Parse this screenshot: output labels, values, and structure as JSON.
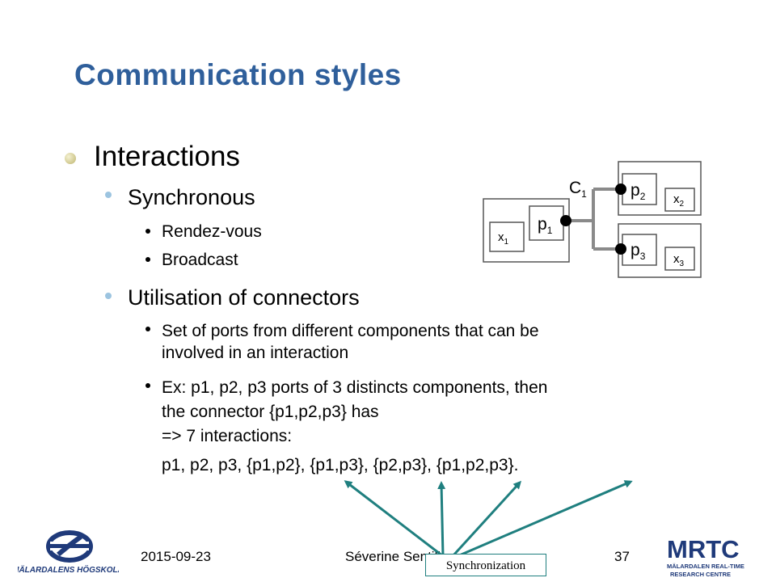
{
  "title": "Communication styles",
  "bullets": {
    "interactions": "Interactions",
    "synchronous": "Synchronous",
    "rendezvous": "Rendez-vous",
    "broadcast": "Broadcast",
    "utilisation": "Utilisation of connectors",
    "ports_line1": "Set of ports from different components that can be",
    "ports_line2": "involved in an interaction",
    "ex_line1": "Ex: p1, p2, p3 ports of 3 distincts components, then",
    "ex_line2": "the connector {p1,p2,p3} has",
    "ex_line3": "=> 7 interactions:",
    "ex_line4": "p1, p2, p3, {p1,p2}, {p1,p3}, {p2,p3}, {p1,p2,p3}."
  },
  "diagram": {
    "connector": "C",
    "connector_sub": "1",
    "p1": "p",
    "p1_sub": "1",
    "p2": "p",
    "p2_sub": "2",
    "p3": "p",
    "p3_sub": "3",
    "x1": "x",
    "x1_sub": "1",
    "x2": "x",
    "x2_sub": "2",
    "x3": "x",
    "x3_sub": "3"
  },
  "annotation": "Synchronization",
  "footer": {
    "date": "2015-09-23",
    "author": "Séverine Sentilles",
    "page": "37"
  },
  "logos": {
    "left_text": "MÄLARDALENS HÖGSKOLA",
    "right_main": "MRTC",
    "right_line1": "MÄLARDALEN REAL-TIME",
    "right_line2": "RESEARCH CENTRE"
  },
  "colors": {
    "title": "#2f5f9b",
    "arrow": "#1f7f7f",
    "logo_blue": "#1f3a7a"
  }
}
